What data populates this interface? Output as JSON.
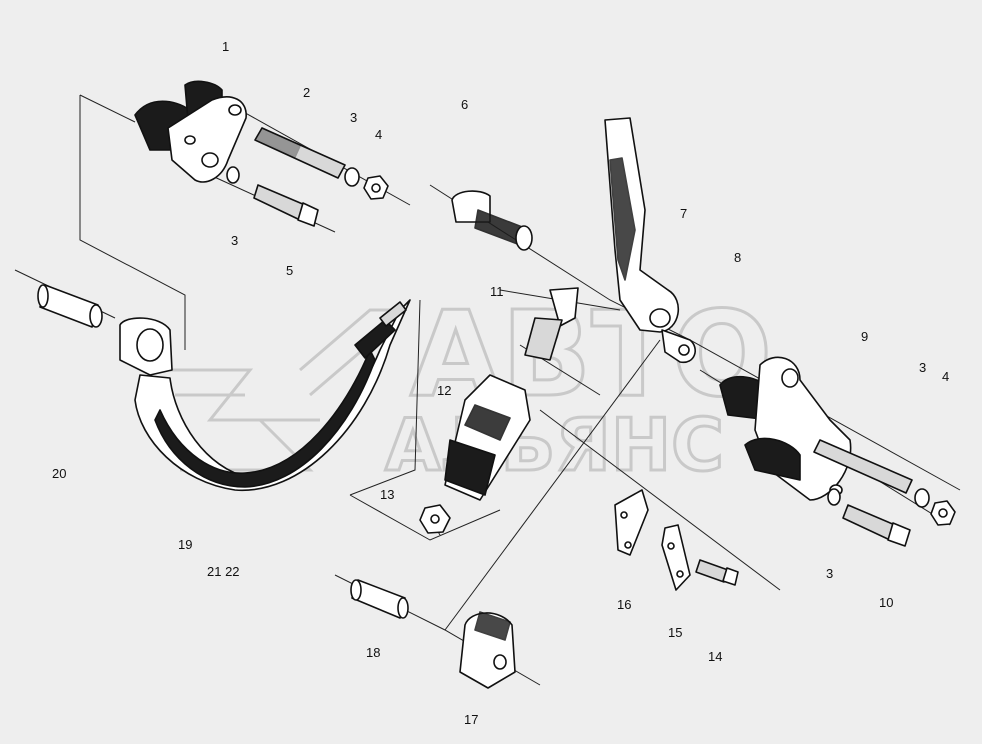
{
  "watermark": {
    "line1": "АВТО",
    "line2": "АЛЬЯНС"
  },
  "callouts": [
    "1",
    "2",
    "3",
    "4",
    "3",
    "5",
    "6",
    "7",
    "8",
    "9",
    "3",
    "4",
    "3",
    "10",
    "11",
    "12",
    "13",
    "14",
    "15",
    "16",
    "17",
    "18",
    "19",
    "20",
    "21 22"
  ],
  "colors": {
    "background": "#eeeeee",
    "ink": "#1b1b1b",
    "watermark": "#c9c9c9"
  }
}
